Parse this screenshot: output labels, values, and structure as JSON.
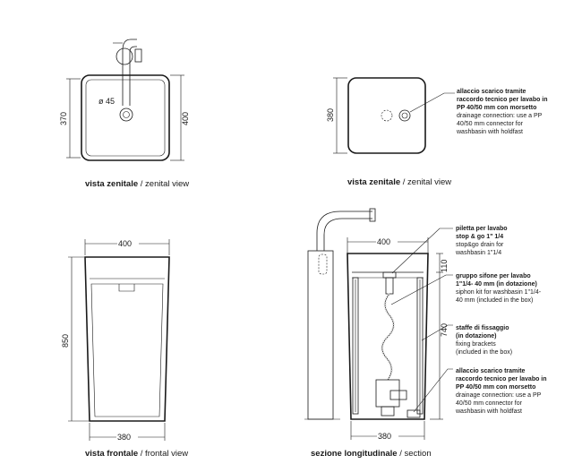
{
  "views": {
    "top_left": {
      "caption_bold": "vista zenitale",
      "caption_normal": " / zenital view",
      "dim_height": "370",
      "dim_outer": "400",
      "dim_hole": "ø 45"
    },
    "top_right": {
      "caption_bold": "vista zenitale",
      "caption_normal": " / zenital view",
      "dim_height": "380",
      "note": {
        "it": [
          "allaccio scarico tramite",
          "raccordo tecnico per lavabo in",
          "PP 40/50 mm con morsetto"
        ],
        "en": [
          "drainage connection: use a PP",
          "40/50 mm connector for",
          "washbasin with holdfast"
        ]
      }
    },
    "bottom_left": {
      "caption_bold": "vista frontale",
      "caption_normal": " / frontal view",
      "dim_top": "400",
      "dim_bottom": "380",
      "dim_height": "850"
    },
    "bottom_right": {
      "caption_bold": "sezione longitudinale",
      "caption_normal": " / section",
      "dim_top": "400",
      "dim_bottom": "380",
      "dim_110": "110",
      "dim_740": "740",
      "notes": [
        {
          "it": [
            "piletta per lavabo",
            "stop & go 1\" 1/4"
          ],
          "en": [
            "stop&go drain for",
            "washbasin 1\"1/4"
          ]
        },
        {
          "it": [
            "gruppo sifone per lavabo",
            "1\"1/4- 40 mm (in dotazione)"
          ],
          "en": [
            "siphon kit for washbasin 1\"1/4-",
            "40 mm (included in the box)"
          ]
        },
        {
          "it": [
            "staffe di fissaggio",
            "(in dotazione)"
          ],
          "en": [
            "fixing brackets",
            "(included in the box)"
          ]
        },
        {
          "it": [
            "allaccio scarico tramite",
            "raccordo tecnico per lavabo in",
            "PP 40/50 mm con morsetto"
          ],
          "en": [
            "drainage connection: use a PP",
            "40/50 mm connector for",
            "washbasin with holdfast"
          ]
        }
      ]
    }
  }
}
